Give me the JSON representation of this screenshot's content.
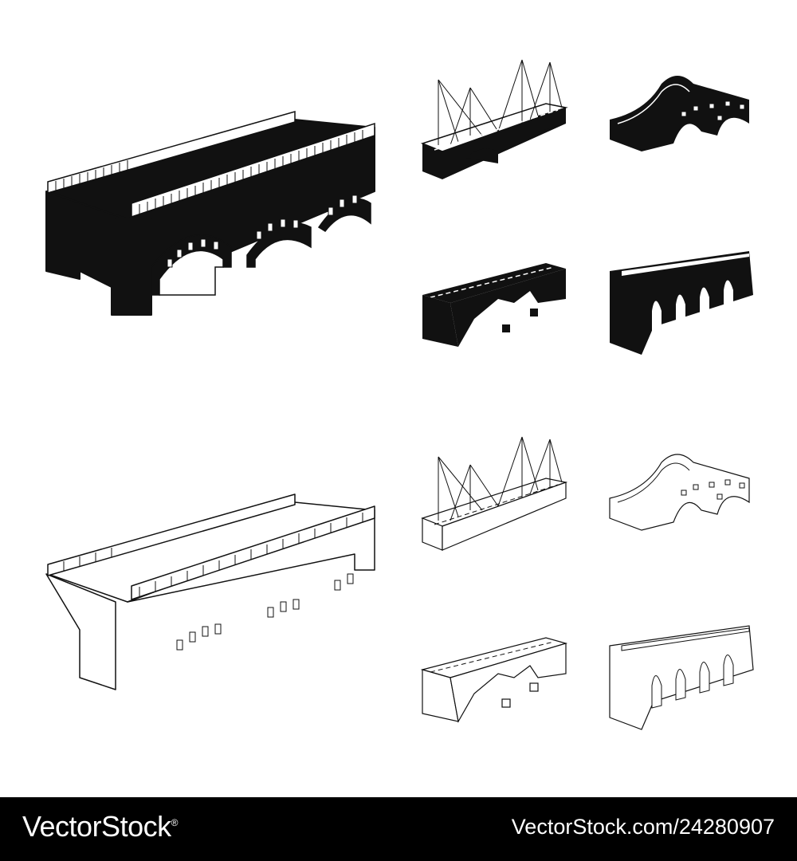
{
  "colors": {
    "background": "#ffffff",
    "solid": "#111111",
    "outline": "#111111",
    "footer": "#000000",
    "footer_text": "#ffffff"
  },
  "icons": [
    {
      "name": "stone-arch-bridge-large",
      "style": "solid"
    },
    {
      "name": "cable-stayed-bridge",
      "style": "solid"
    },
    {
      "name": "hump-arch-bridge",
      "style": "solid"
    },
    {
      "name": "road-arch-bridge",
      "style": "solid"
    },
    {
      "name": "aqueduct-bridge",
      "style": "solid"
    },
    {
      "name": "stone-arch-bridge-large",
      "style": "outline"
    },
    {
      "name": "cable-stayed-bridge",
      "style": "outline"
    },
    {
      "name": "hump-arch-bridge",
      "style": "outline"
    },
    {
      "name": "road-arch-bridge",
      "style": "outline"
    },
    {
      "name": "aqueduct-bridge",
      "style": "outline"
    }
  ],
  "footer": {
    "brand": "VectorStock",
    "registered_mark": "®",
    "stock_id": "VectorStock.com/24280907"
  }
}
